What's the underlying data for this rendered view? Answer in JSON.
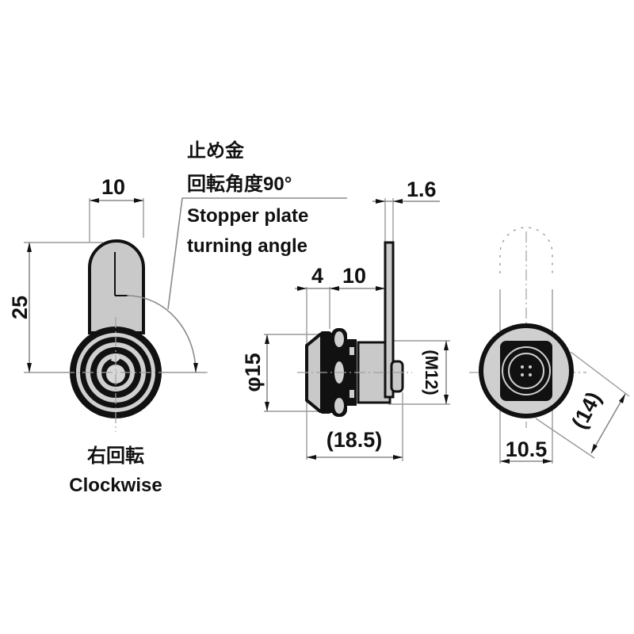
{
  "title": "Cam lock dimensional drawing",
  "annotations": {
    "stopper_jp_line1": "止め金",
    "stopper_jp_line2": "回転角度90°",
    "stopper_en_line1": "Stopper plate",
    "stopper_en_line2": "turning angle",
    "rotation_jp": "右回転",
    "rotation_en": "Clockwise"
  },
  "front_view": {
    "width_dim": "10",
    "height_dim": "25"
  },
  "side_view": {
    "plate_thickness_dim": "1.6",
    "flange_dim": "4",
    "offset_dim": "10",
    "diameter_dim": "φ15",
    "thread_dim": "(M12)",
    "length_dim": "(18.5)"
  },
  "rear_view": {
    "flat_width_dim": "10.5",
    "across_dim": "(14)"
  },
  "colors": {
    "fill": "#c9c9c9",
    "outline": "#111111",
    "dimension_line": "#8a8a8a"
  }
}
